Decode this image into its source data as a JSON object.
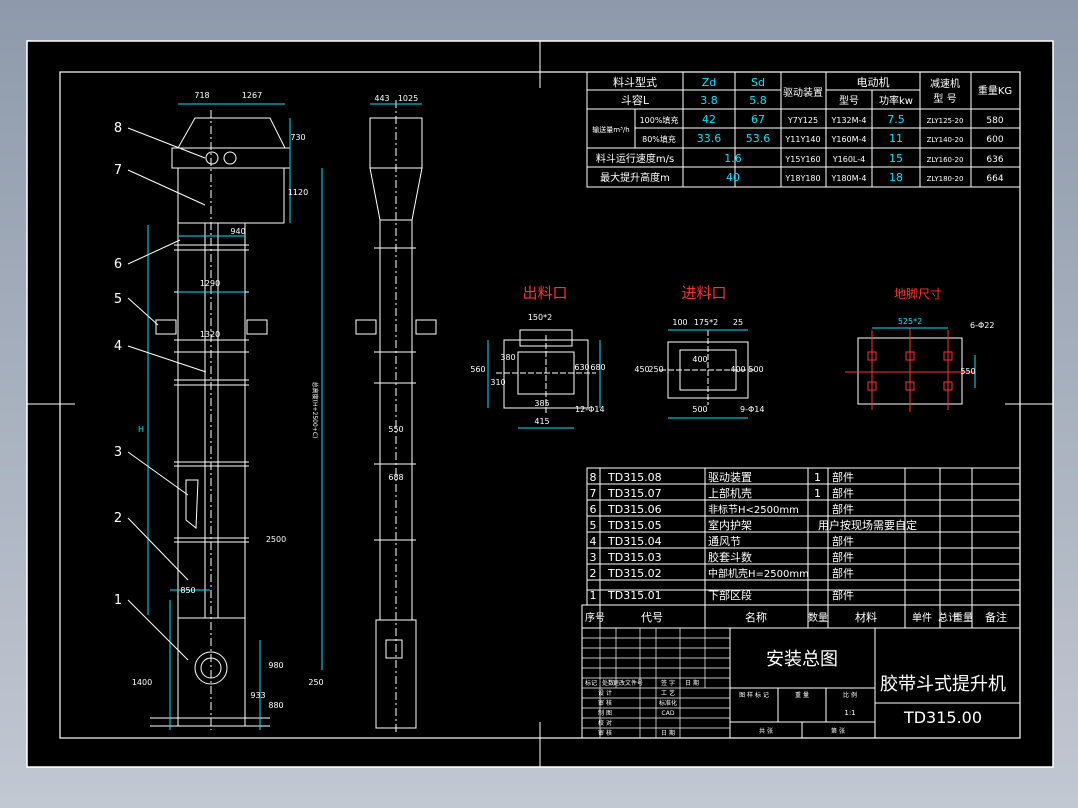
{
  "colors": {
    "background": "#000000",
    "frame": "#ffffff",
    "accent_cyan": "#00e5ff",
    "text_white": "#ffffff",
    "red": "#ff2020",
    "green": "#20c020"
  },
  "spec_table": {
    "col_headers": [
      "料斗型式",
      "Zd",
      "Sd",
      "驱动装置",
      "电动机",
      "减速机",
      "重量KG"
    ],
    "motor_sub": [
      "型号",
      "功率kw"
    ],
    "reducer_sub": "型 号",
    "row_bucket": {
      "label": "斗容L",
      "zd": "3.8",
      "sd": "5.8"
    },
    "delivery_label": "输送量m³/h",
    "fill100": {
      "label": "100%填充",
      "zd": "42",
      "sd": "67"
    },
    "fill80": {
      "label": "80%填充",
      "zd": "33.6",
      "sd": "53.6"
    },
    "speed": {
      "label": "料斗运行速度m/s",
      "value": "1.6"
    },
    "height": {
      "label": "最大提升高度m",
      "value": "40"
    },
    "drive_rows": [
      {
        "drive": "Y7Y125",
        "motor": "Y132M-4",
        "power": "7.5",
        "reducer": "ZLY125-20",
        "weight": "580"
      },
      {
        "drive": "Y11Y140",
        "motor": "Y160M-4",
        "power": "11",
        "reducer": "ZLY140-20",
        "weight": "600"
      },
      {
        "drive": "Y15Y160",
        "motor": "Y160L-4",
        "power": "15",
        "reducer": "ZLY160-20",
        "weight": "636"
      },
      {
        "drive": "Y18Y180",
        "motor": "Y180M-4",
        "power": "18",
        "reducer": "ZLY180-20",
        "weight": "664"
      }
    ]
  },
  "outlet": {
    "title": "出料口",
    "dims": [
      "150*2",
      "560",
      "310",
      "380",
      "630",
      "680",
      "385",
      "415",
      "12-Φ14"
    ]
  },
  "inlet": {
    "title": "进料口",
    "dims": [
      "100",
      "175*2",
      "25",
      "400",
      "450",
      "250",
      "400",
      "500",
      "500",
      "9-Φ14"
    ]
  },
  "foundation": {
    "title": "地脚尺寸",
    "dims": [
      "525*2",
      "6-Φ22",
      "550"
    ]
  },
  "front_view": {
    "dims": [
      "718",
      "1267",
      "730",
      "1120",
      "940",
      "1290",
      "1320",
      "H",
      "850",
      "2500",
      "980",
      "933",
      "1400",
      "250",
      "880"
    ],
    "part_numbers": [
      "8",
      "7",
      "6",
      "5",
      "4",
      "3",
      "2",
      "1"
    ]
  },
  "side_view": {
    "dims": [
      "443",
      "1025",
      "550",
      "688",
      "总高度(H+2500+C)"
    ]
  },
  "parts_list": {
    "rows": [
      {
        "no": "8",
        "code": "TD315.08",
        "name": "驱动装置",
        "qty": "1",
        "material": "部件"
      },
      {
        "no": "7",
        "code": "TD315.07",
        "name": "上部机壳",
        "qty": "1",
        "material": "部件"
      },
      {
        "no": "6",
        "code": "TD315.06",
        "name": "非标节H<2500mm",
        "qty": "",
        "material": "部件"
      },
      {
        "no": "5",
        "code": "TD315.05",
        "name": "室内护架",
        "qty": "",
        "material": "用户按现场需要自定"
      },
      {
        "no": "4",
        "code": "TD315.04",
        "name": "通风节",
        "qty": "",
        "material": "部件"
      },
      {
        "no": "3",
        "code": "TD315.03",
        "name": "胶套斗数",
        "qty": "",
        "material": "部件"
      },
      {
        "no": "2",
        "code": "TD315.02",
        "name": "中部机壳H=2500mm",
        "qty": "",
        "material": "部件"
      },
      {
        "no": "1",
        "code": "TD315.01",
        "name": "下部区段",
        "qty": "",
        "material": "部件"
      }
    ],
    "headers": [
      "序号",
      "代号",
      "名称",
      "数量",
      "材料",
      "单件",
      "总计",
      "重量",
      "备注"
    ]
  },
  "title_block": {
    "drawing_title": "安装总图",
    "product_name": "胶带斗式提升机",
    "drawing_no": "TD315.00",
    "scale": "1:1",
    "small_cells": [
      "标记",
      "处数",
      "更改文件号",
      "签 字",
      "日 期"
    ],
    "roles": [
      "设 计",
      "审 核",
      "制 图",
      "校 对",
      "审 核"
    ],
    "roles2": [
      "工 艺",
      "标准化",
      "CAD",
      "日 期"
    ],
    "stage_cells": [
      "图 样 标 记",
      "重 量",
      "比 例"
    ],
    "sheet_cells": [
      "共 张",
      "第 张"
    ]
  }
}
